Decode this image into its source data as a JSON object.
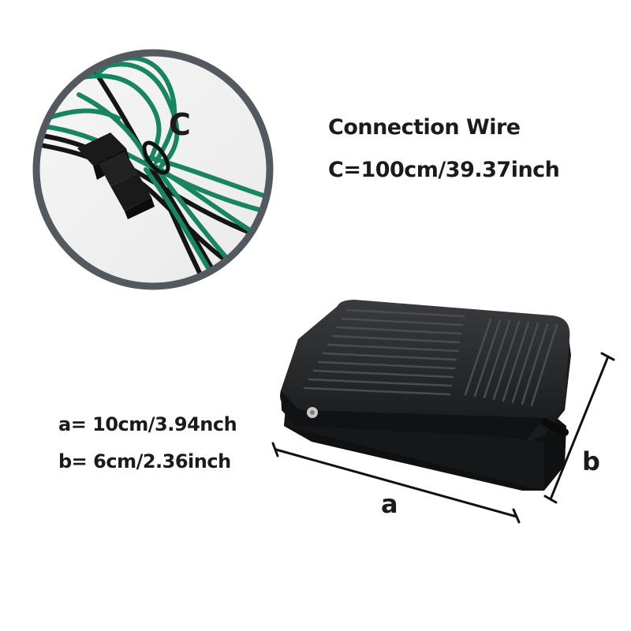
{
  "wire_label": "Connection Wire",
  "wire_length": "C=100cm/39.37inch",
  "dim_a": "a= 10cm/3.94nch",
  "dim_b": "b= 6cm/2.36inch",
  "letter_c": "C",
  "letter_a": "a",
  "letter_b": "b",
  "colors": {
    "circle_border": "#54585f",
    "wire_green": "#17855d",
    "wire_black": "#141414",
    "pedal_body": "#232426",
    "arrow": "#111111"
  }
}
